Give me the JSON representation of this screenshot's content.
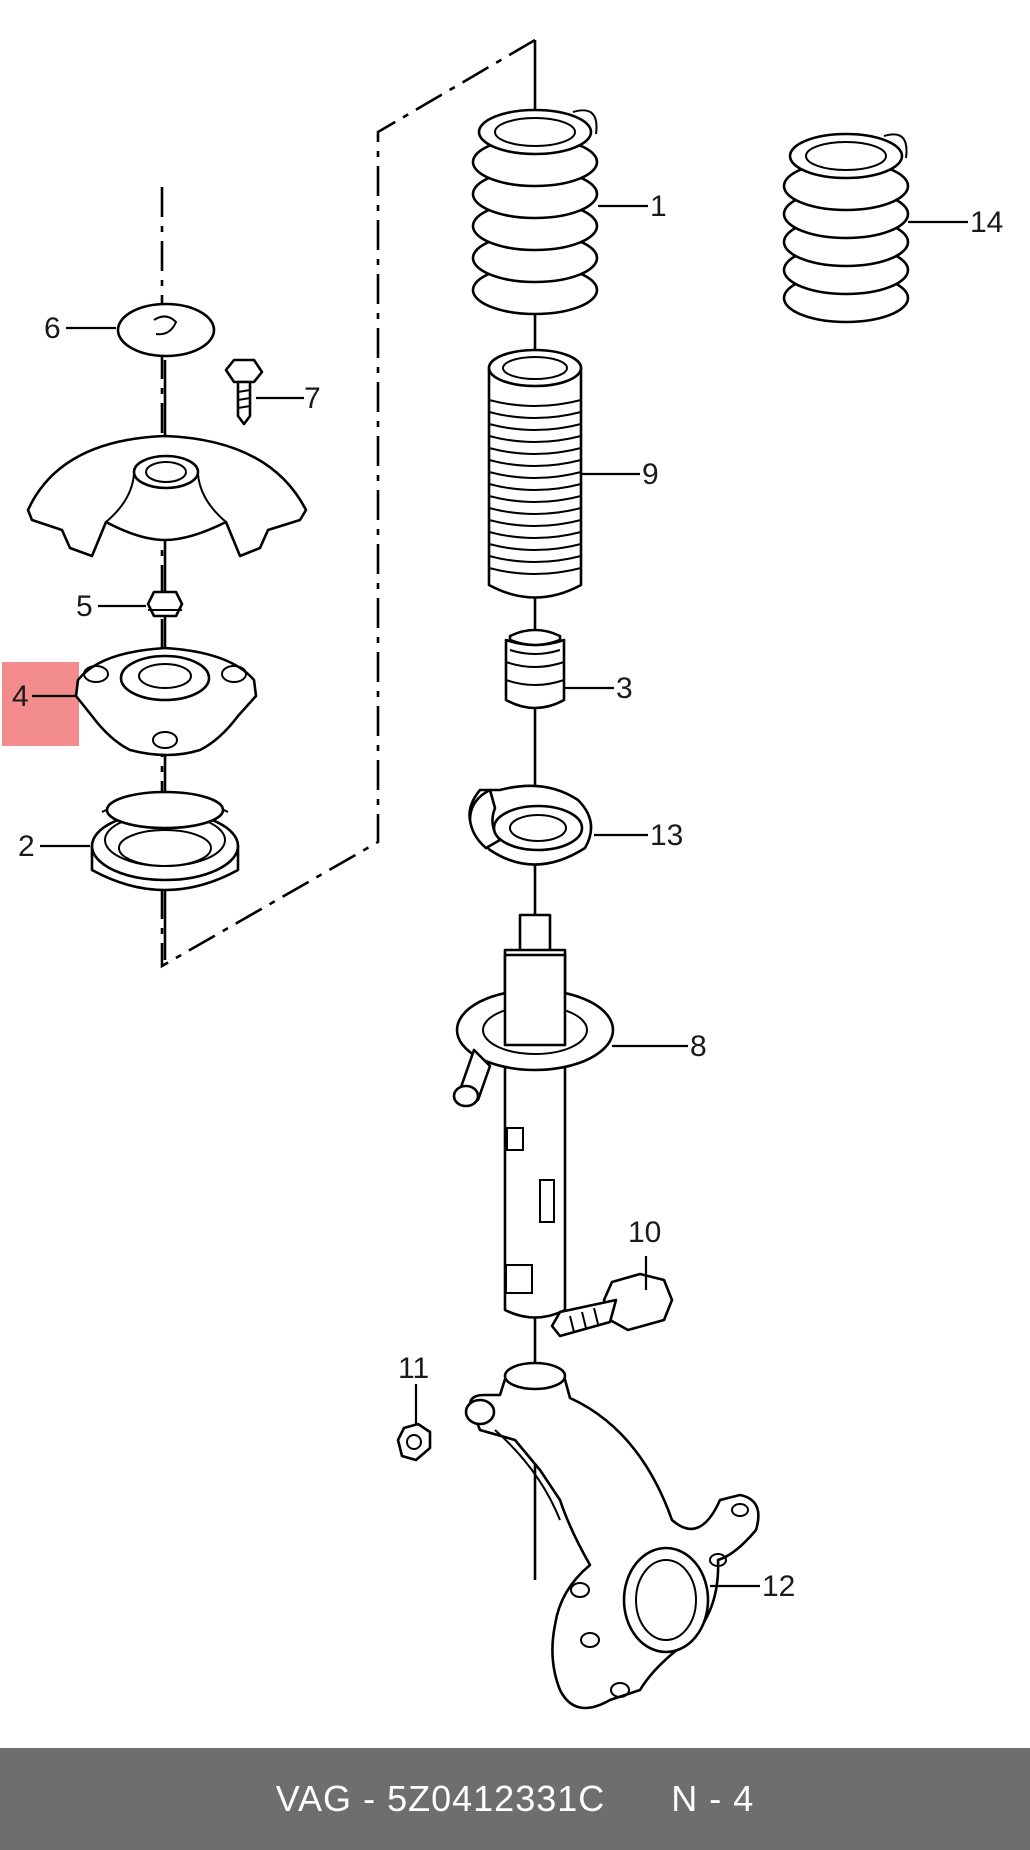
{
  "labels": {
    "p1": "1",
    "p2": "2",
    "p3": "3",
    "p4": "4",
    "p5": "5",
    "p6": "6",
    "p7": "7",
    "p8": "8",
    "p9": "9",
    "p10": "10",
    "p11": "11",
    "p12": "12",
    "p13": "13",
    "p14": "14"
  },
  "footer": {
    "brand": "VAG",
    "separator": "-",
    "part_number": "5Z0412331C",
    "position": "N - 4"
  },
  "colors": {
    "highlight": "#f28b8b",
    "footer_bg": "#6e6e6e"
  }
}
